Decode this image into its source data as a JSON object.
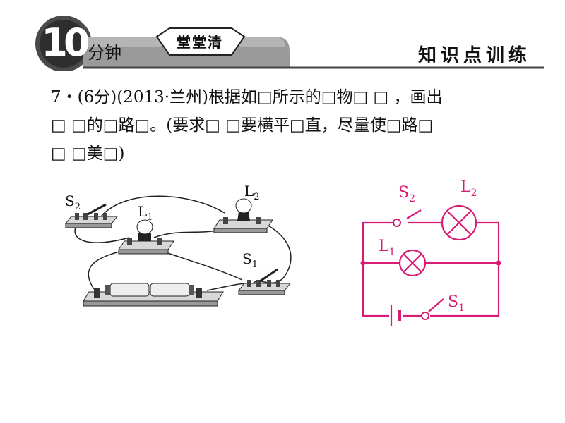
{
  "header": {
    "badge_number": "10",
    "minutes_label": "分钟",
    "tag_label": "堂堂清",
    "section_title": "知识点训练",
    "banner_color": "#5a5a5a"
  },
  "problem": {
    "line1": "7・(6分)(2013·兰州)根据如□所示的□物□ □ ，画出",
    "line2": "□ □的□路□。(要求□ □要横平□直，尽量使□路□",
    "line3": "□ □美□)"
  },
  "photo_labels": {
    "s2": "S",
    "s2_sub": "2",
    "l1": "L",
    "l1_sub": "1",
    "l2": "L",
    "l2_sub": "2",
    "s1": "S",
    "s1_sub": "1"
  },
  "schematic": {
    "color": "#d81b74",
    "s2": "S",
    "s2_sub": "2",
    "l2": "L",
    "l2_sub": "2",
    "l1": "L",
    "l1_sub": "1",
    "s1": "S",
    "s1_sub": "1"
  }
}
